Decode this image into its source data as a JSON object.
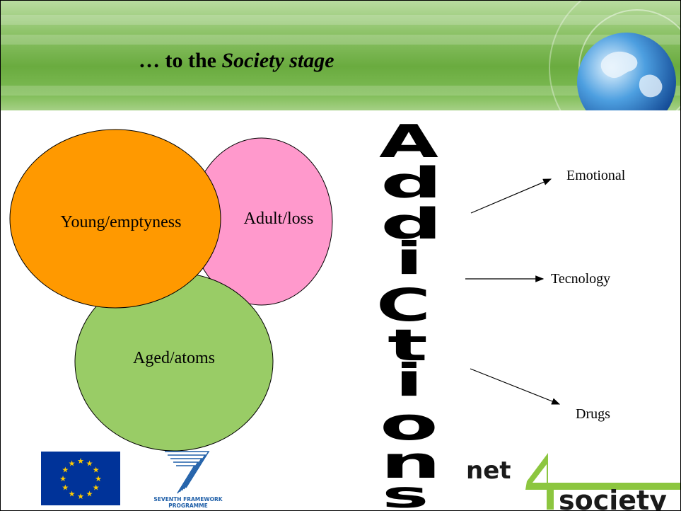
{
  "slide": {
    "title_prefix": "… to the ",
    "title_emphasis": "Society stage"
  },
  "circles": [
    {
      "label": "Young/emptyness",
      "color": "#ff9900"
    },
    {
      "label": "Adult/loss",
      "color": "#ff99cc"
    },
    {
      "label": "Aged/atoms",
      "color": "#99cc66"
    }
  ],
  "vertical_word": [
    "A",
    "d",
    "d",
    "i",
    "C",
    "t",
    "i",
    "o",
    "n",
    "s"
  ],
  "branches": [
    {
      "label": "Emotional"
    },
    {
      "label": "Tecnology"
    },
    {
      "label": "Drugs"
    }
  ],
  "logos": {
    "eu_flag": "eu-flag-icon",
    "fp7_line1": "SEVENTH FRAMEWORK",
    "fp7_line2": "PROGRAMME",
    "net4_prefix": "net",
    "net4_digit": "4",
    "net4_suffix": "society",
    "colors": {
      "eu_blue": "#003399",
      "eu_star": "#ffcc00",
      "fp7_blue": "#1f5fa8",
      "net4_green": "#8cc63f"
    }
  }
}
